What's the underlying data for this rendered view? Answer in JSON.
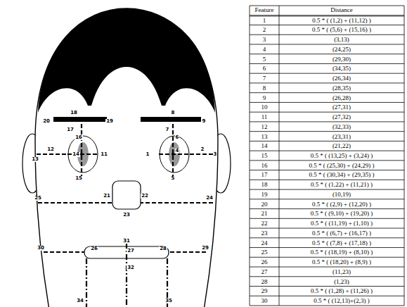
{
  "diagram": {
    "labels": [
      "18",
      "20",
      "19",
      "8",
      "9",
      "17",
      "16",
      "7",
      "6",
      "12",
      "14",
      "11",
      "1",
      "4",
      "2",
      "3",
      "13",
      "15",
      "5",
      "21",
      "22",
      "25",
      "24",
      "23",
      "30",
      "26",
      "27",
      "28",
      "29",
      "31",
      "32",
      "34",
      "35",
      "Feature",
      "Distance",
      "1",
      "0.5 * ( (1,2) + (11,12) )",
      "2",
      "0.5 * ( (5,6) + (15,16) )",
      "3",
      "(3,13)",
      "4",
      "(24,25)",
      "5",
      "(29,30)",
      "6",
      "(34,35)",
      "7",
      "(26,34)",
      "8",
      "(28,35)",
      "9",
      "(26,28)",
      "10",
      "(27,31)",
      "11",
      "(27,32)",
      "12",
      "(32,33)",
      "13",
      "(23,31)",
      "14",
      "(21,22)",
      "15",
      "0.5 * ( (13,25) + (3,24) )",
      "16",
      "0.5 * ( (25,30) + (24,29) )",
      "17",
      "0.5 * ( (30,34) + (29,35) )",
      "18",
      "0.5 * ( (1,22) + (11,21) )",
      "19",
      "(10,19)",
      "20",
      "0.5 * ( (2,9) + (12,20) )",
      "21",
      "0.5 * ( (9,10) + (19,20) )",
      "22",
      "0.5 * ( (11,19) + (1,10) )",
      "23",
      "0.5 * ( (6,7) + (16,17) )",
      "24",
      "0.5 * ( (7,8) + (17,18) )",
      "25",
      "0.5 * ( (18,19) + (8,10) )",
      "26",
      "0.5 * ( (18,20) + (8,9) )",
      "27",
      "(11,23)",
      "28",
      "(1,23)",
      "29",
      "0.5 * ( (1,28) + (11,26) )",
      "30",
      "0.5 * ( (12,13)+(2,3) )"
    ]
  }
}
